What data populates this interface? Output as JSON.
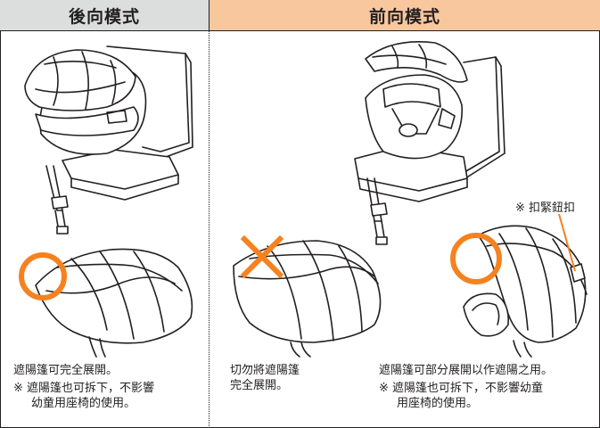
{
  "headers": {
    "left": "後向模式",
    "right": "前向模式"
  },
  "callout": {
    "buckle_label": "※ 扣緊鈕扣"
  },
  "captions": {
    "left_main": "遮陽篷可完全展開。",
    "left_note_1": "※ 遮陽篷也可拆下，不影響",
    "left_note_2": "幼童用座椅的使用。",
    "middle_1": "切勿將遮陽篷",
    "middle_2": "完全展開。",
    "right_main": "遮陽篷可部分展開以作遮陽之用。",
    "right_note_1": "※ 遮陽篷也可拆下，不影響幼童",
    "right_note_2": "用座椅的使用。"
  },
  "colors": {
    "accent_orange": "#f58220",
    "header_gray": "#dcdddd",
    "header_peach": "#f9c79e",
    "line": "#231f20"
  }
}
